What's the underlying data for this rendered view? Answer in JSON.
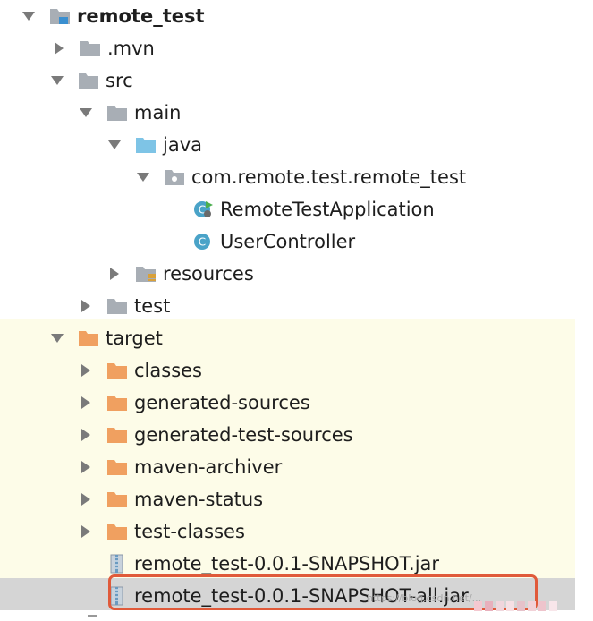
{
  "tree": {
    "items": [
      {
        "label": "remote_test",
        "bold": true,
        "expanded": true,
        "icon": "module-folder-icon"
      },
      {
        "label": ".mvn",
        "expanded": false,
        "icon": "folder-icon"
      },
      {
        "label": "src",
        "expanded": true,
        "icon": "folder-icon"
      },
      {
        "label": "main",
        "expanded": true,
        "icon": "folder-icon"
      },
      {
        "label": "java",
        "expanded": true,
        "icon": "source-folder-icon"
      },
      {
        "label": "com.remote.test.remote_test",
        "expanded": true,
        "icon": "package-icon"
      },
      {
        "label": "RemoteTestApplication",
        "icon": "spring-boot-class-icon"
      },
      {
        "label": "UserController",
        "icon": "class-icon"
      },
      {
        "label": "resources",
        "expanded": false,
        "icon": "resources-folder-icon"
      },
      {
        "label": "test",
        "expanded": false,
        "icon": "folder-icon"
      },
      {
        "label": "target",
        "expanded": true,
        "icon": "excluded-folder-icon"
      },
      {
        "label": "classes",
        "expanded": false,
        "icon": "excluded-folder-icon"
      },
      {
        "label": "generated-sources",
        "expanded": false,
        "icon": "excluded-folder-icon"
      },
      {
        "label": "generated-test-sources",
        "expanded": false,
        "icon": "excluded-folder-icon"
      },
      {
        "label": "maven-archiver",
        "expanded": false,
        "icon": "excluded-folder-icon"
      },
      {
        "label": "maven-status",
        "expanded": false,
        "icon": "excluded-folder-icon"
      },
      {
        "label": "test-classes",
        "expanded": false,
        "icon": "excluded-folder-icon"
      },
      {
        "label": "remote_test-0.0.1-SNAPSHOT.jar",
        "icon": "jar-file-icon"
      },
      {
        "label": "remote_test-0.0.1-SNAPSHOT-all.jar",
        "icon": "jar-file-icon",
        "selected": true
      }
    ]
  },
  "colors": {
    "folder": "#a8aeb5",
    "source_folder": "#7ec4e6",
    "excluded_folder": "#f0a060",
    "highlight": "#e05a3a",
    "excluded_bg": "#fdfce8",
    "selection_bg": "#d5d5d5"
  },
  "watermark": "https://blog.csdn.net/..."
}
